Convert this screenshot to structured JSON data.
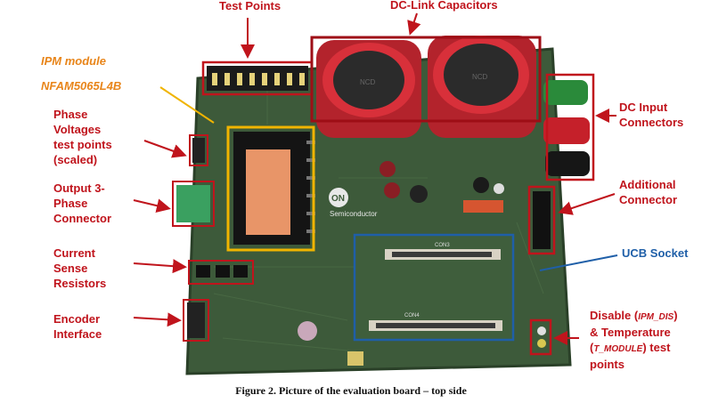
{
  "labels": {
    "test_points": "Test Points",
    "dc_link": "DC-Link Capacitors",
    "ipm_module": "IPM module",
    "ipm_part": "NFAM5065L4B",
    "phase_voltages": [
      "Phase",
      "Voltages",
      "test points",
      "(scaled)"
    ],
    "output_connector": [
      "Output 3-",
      "Phase",
      "Connector"
    ],
    "current_sense": [
      "Current",
      "Sense",
      "Resistors"
    ],
    "encoder": [
      "Encoder",
      "Interface"
    ],
    "dc_input": [
      "DC Input",
      "Connectors"
    ],
    "additional": [
      "Additional",
      "Connector"
    ],
    "ucb": "UCB Socket",
    "disable_line1_a": "Disable (",
    "disable_line1_b": "IPM_DIS",
    "disable_line1_c": ")",
    "disable_line2": "& Temperature",
    "disable_line3_a": "(",
    "disable_line3_b": "T_MODULE",
    "disable_line3_c": ") test",
    "disable_line4": "points"
  },
  "board": {
    "logo_text": "ON",
    "logo_sub": "Semiconductor",
    "con_top": "CON3",
    "con_bottom": "CON4",
    "cap_marking": "NCD"
  },
  "caption": "Figure 2. Picture of the evaluation board – top side",
  "colors": {
    "label_red": "#c0141c",
    "ipm_orange": "#e8851a",
    "ucb_blue": "#1f5fa8",
    "box_yellow": "#f0b400"
  }
}
